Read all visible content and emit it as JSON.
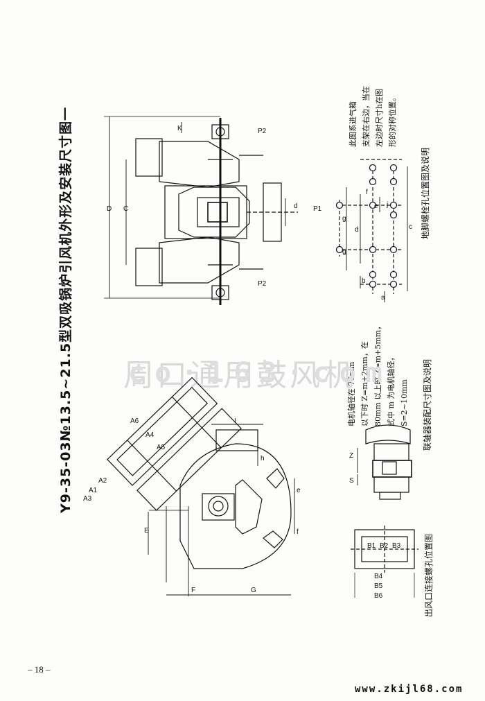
{
  "title": "Y9-35-03№13.5~21.5型双吸锅炉引风机外形及安装尺寸图一",
  "notes": {
    "symmetric_note": [
      "此图系进气箱",
      "支架在右边，当在",
      "左边时尺寸h在图",
      "形的对称位置。"
    ],
    "coupling_note": [
      "电机轴径在 76mm",
      "以下时 Z=m+2mm，在",
      "80mm 以上时 Z=m+5mm，",
      "式中 m 为电机轴径，",
      "S=2~10mm"
    ]
  },
  "captions": {
    "anchor_bolt": "地脚螺栓孔位置图及说明",
    "coupling": "联轴器装配尺寸图及说明",
    "outlet_bolt": "出风口连接螺孔位置图"
  },
  "watermark": {
    "line1": "周口通用鼓风机",
    "line2": "co·163·com"
  },
  "page_number": "– 18 –",
  "footer_site": "www.zkijl68.com",
  "dims": {
    "top": [
      "D",
      "C",
      "K",
      "d",
      "P1",
      "P2",
      "P2"
    ],
    "grid": [
      "g",
      "g",
      "e",
      "d",
      "f",
      "c",
      "b",
      "a",
      "j"
    ],
    "side": [
      "A1",
      "A2",
      "A3",
      "A4",
      "A5",
      "A6",
      "E",
      "F",
      "G",
      "I",
      "h",
      "e",
      "f"
    ],
    "coupling": [
      "Z",
      "S"
    ],
    "outlet": [
      "B1",
      "B2",
      "B3",
      "B4",
      "B5",
      "B6"
    ]
  }
}
